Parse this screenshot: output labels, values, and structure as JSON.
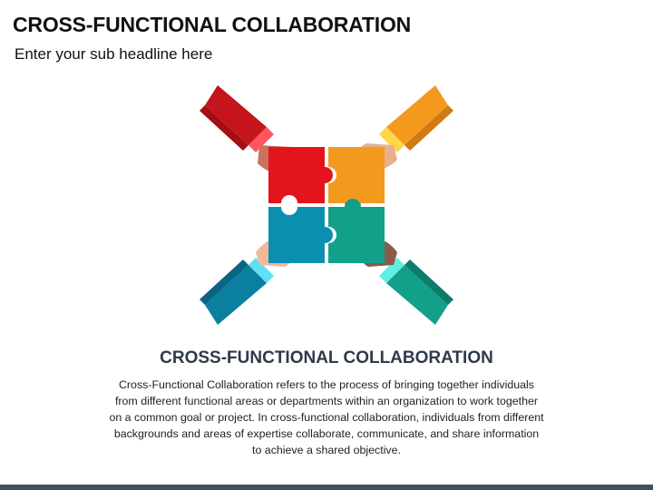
{
  "slide": {
    "title": "CROSS-FUNCTIONAL COLLABORATION",
    "subtitle": "Enter your sub headline here"
  },
  "content": {
    "heading": "CROSS-FUNCTIONAL COLLABORATION",
    "body": "Cross-Functional Collaboration refers to the process of bringing together individuals from different functional areas or departments within an organization to work together on a common goal or project. In cross-functional collaboration, individuals from different backgrounds and areas of expertise collaborate, communicate, and share information to achieve a shared objective."
  },
  "colors": {
    "red": "#e3141b",
    "orange": "#f39a1e",
    "blue": "#0b8fb0",
    "teal": "#12a08a",
    "heading": "#2f3a4a",
    "bottom_bar": "#45505e"
  },
  "illustration": {
    "pieces": [
      "red-puzzle-piece",
      "orange-puzzle-piece",
      "blue-puzzle-piece",
      "teal-puzzle-piece"
    ],
    "hands": [
      "red-sleeve-hand",
      "orange-sleeve-hand",
      "blue-sleeve-hand",
      "teal-sleeve-hand"
    ]
  }
}
